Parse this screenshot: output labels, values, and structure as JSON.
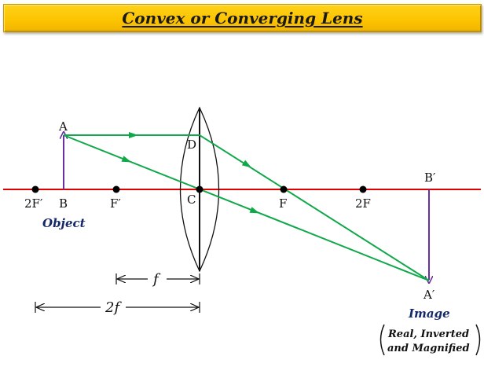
{
  "title": "Convex or Converging Lens",
  "colors": {
    "banner": "#fcc300",
    "principal_axis": "#e00000",
    "rays": "#10a84a",
    "object_image_arrow": "#6a2fa0",
    "caption": "#14286a"
  },
  "points": {
    "two_f_prime": "2F′",
    "b": "B",
    "f_prime": "F′",
    "c": "C",
    "f": "F",
    "two_f": "2F",
    "a": "A",
    "d": "D",
    "b_prime": "B′",
    "a_prime": "A′"
  },
  "object_label": "Object",
  "image_label": "Image",
  "image_properties": [
    "Real, Inverted",
    "and Magnified"
  ],
  "dimensions": {
    "focal_length": "f",
    "twice_focal_length": "2f"
  }
}
